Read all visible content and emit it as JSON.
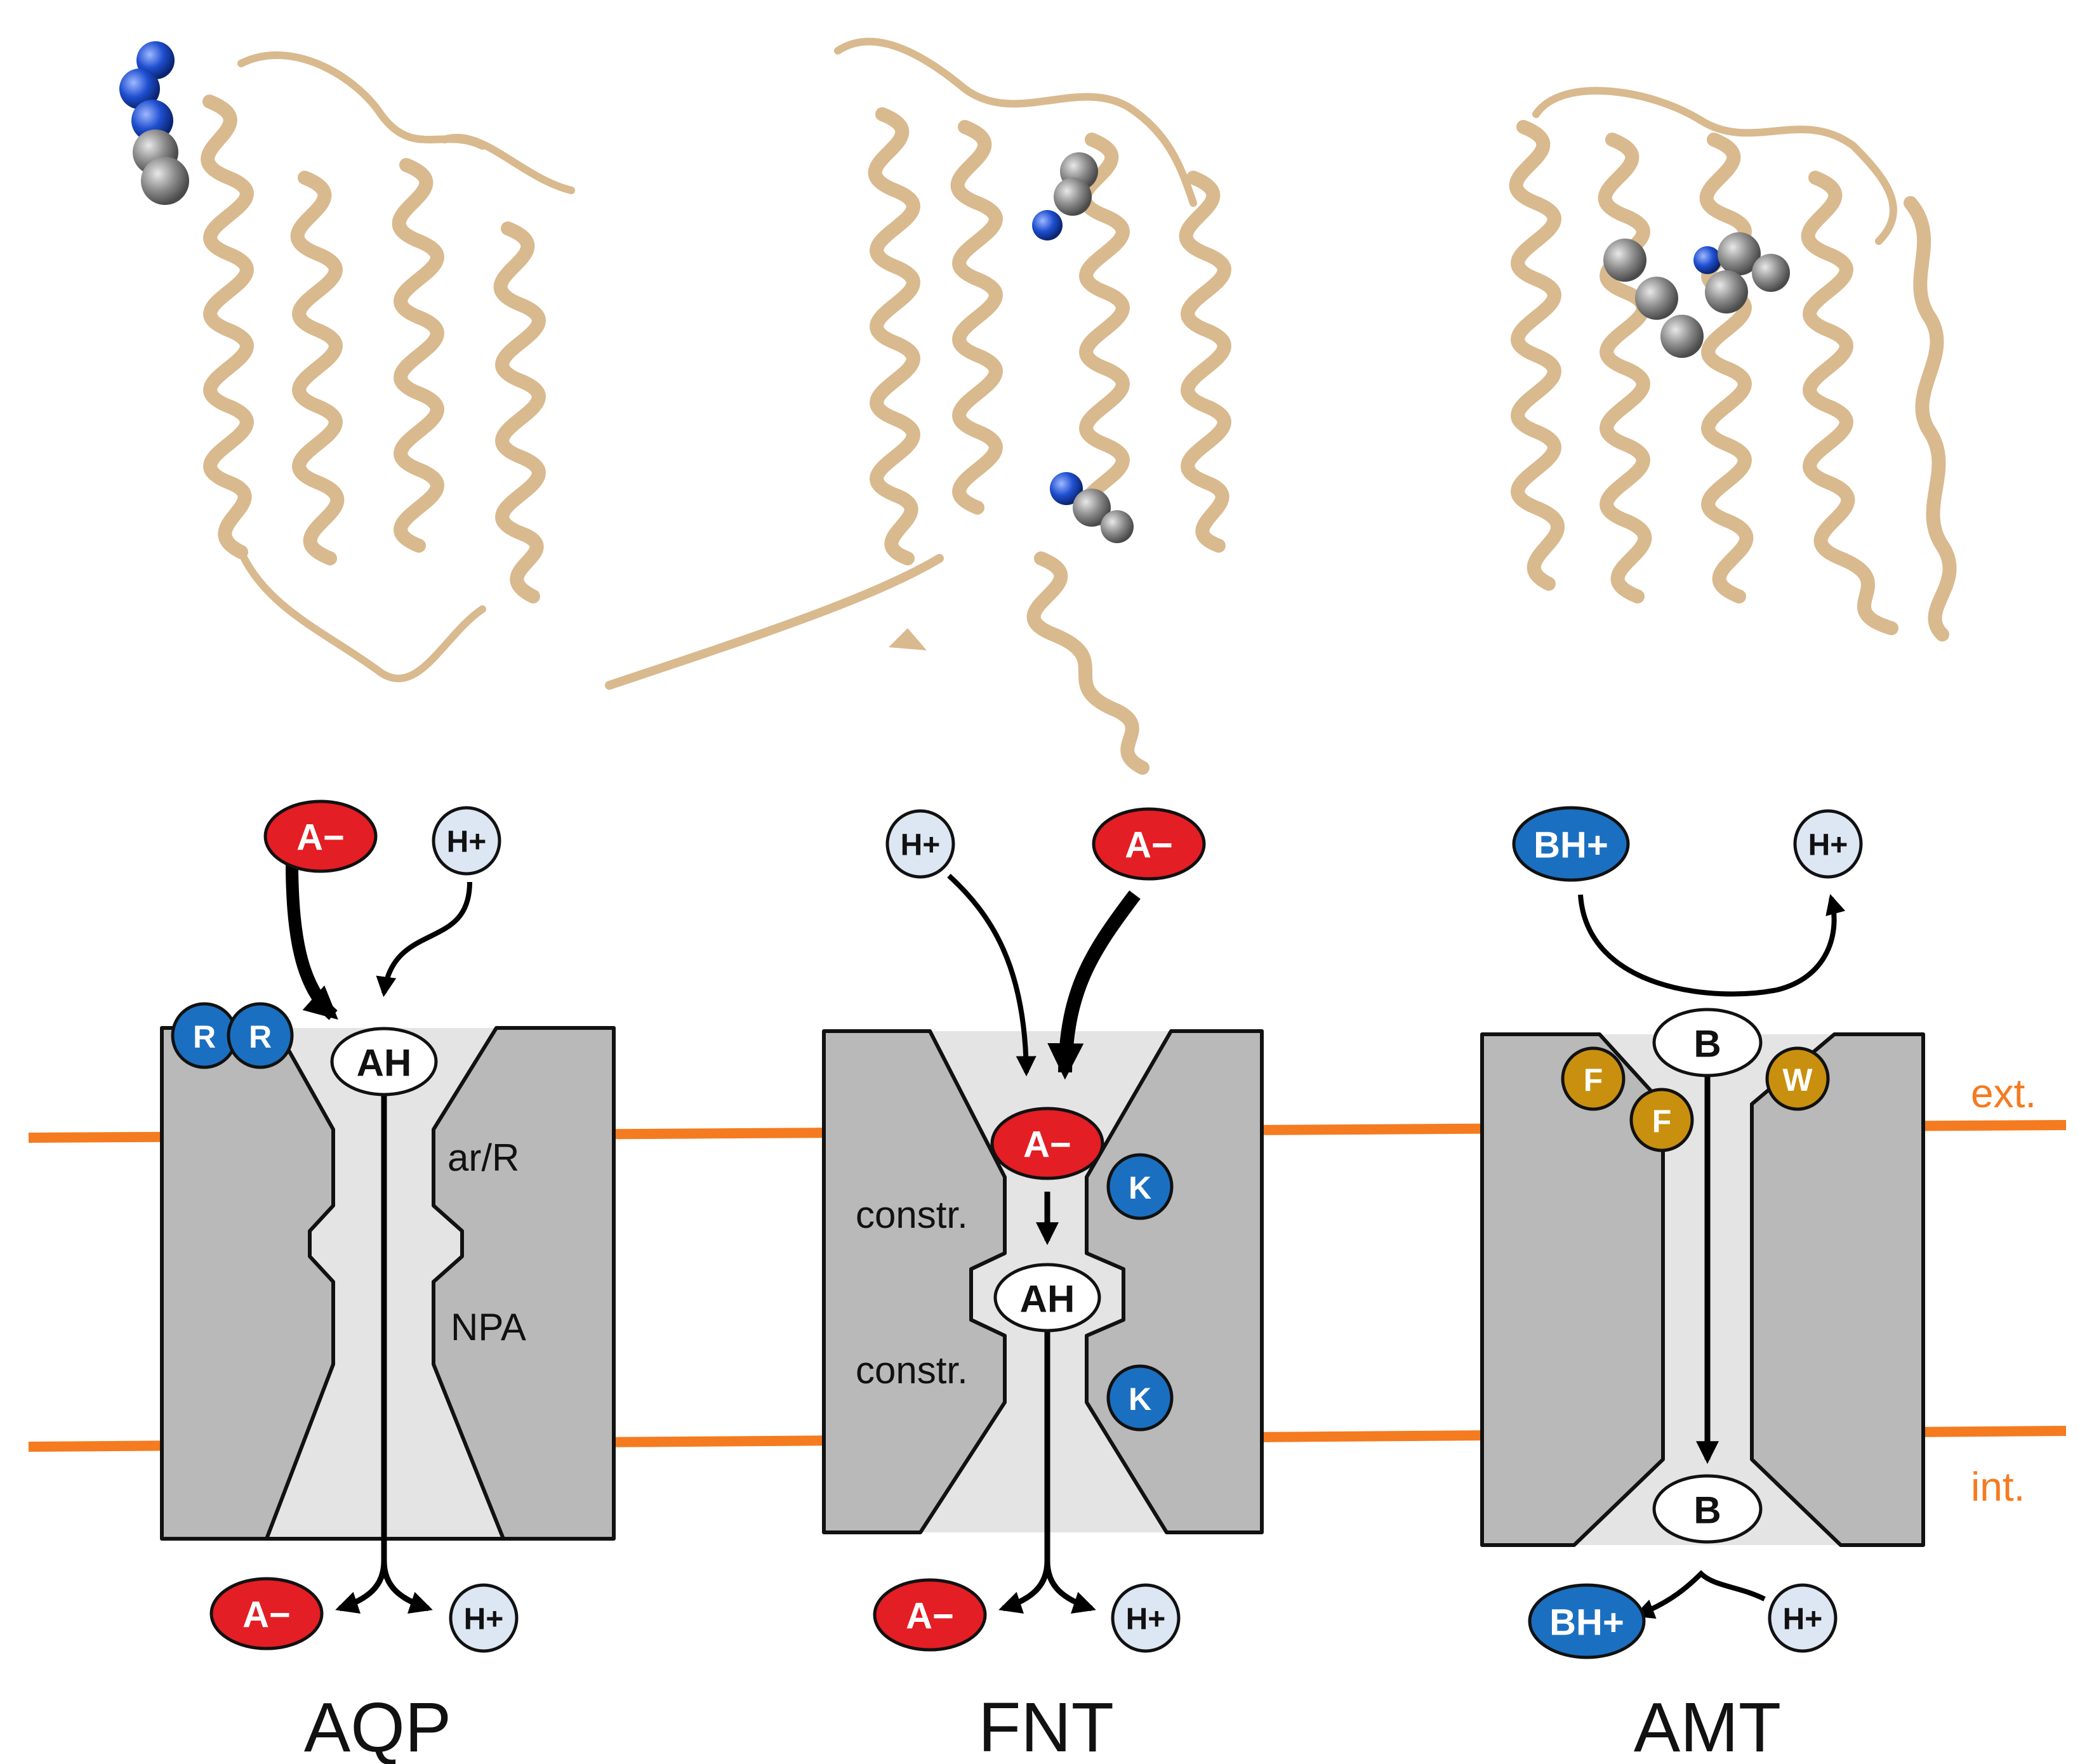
{
  "colors": {
    "protein": "#d9b98e",
    "protein_dark": "#b0895c",
    "nitrogen": "#1f4fd0",
    "carbon": "#8c8c8c",
    "channel_body": "#b9b9b9",
    "channel_lumen": "#e4e4e4",
    "membrane": "#f47b20",
    "anion": "#e31e24",
    "proton": "#dde6f3",
    "basic_residue": "#1b6fc0",
    "aromatic_residue": "#c8900e",
    "base_cation": "#1b6fc0"
  },
  "structures": [
    {
      "name": "AQP-structure",
      "icon": "protein-ribbon-icon"
    },
    {
      "name": "FNT-structure",
      "icon": "protein-ribbon-icon"
    },
    {
      "name": "AMT-structure",
      "icon": "protein-ribbon-icon"
    }
  ],
  "membrane_labels": {
    "ext": "ext.",
    "int": "int."
  },
  "panels": {
    "aqp": {
      "title": "AQP",
      "top_anion": "A−",
      "top_proton": "H+",
      "residue_r1": "R",
      "residue_r2": "R",
      "species": "AH",
      "label_filter": "ar/R",
      "label_npa": "NPA",
      "out_anion": "A−",
      "out_proton": "H+"
    },
    "fnt": {
      "title": "FNT",
      "top_proton": "H+",
      "top_anion": "A−",
      "inner_anion": "A−",
      "species": "AH",
      "residue_k1": "K",
      "residue_k2": "K",
      "label_constr1": "constr.",
      "label_constr2": "constr.",
      "out_anion": "A−",
      "out_proton": "H+"
    },
    "amt": {
      "title": "AMT",
      "top_cation": "BH+",
      "top_proton": "H+",
      "base_top": "B",
      "residue_f1": "F",
      "residue_f2": "F",
      "residue_w": "W",
      "base_bottom": "B",
      "out_cation": "BH+",
      "out_proton": "H+"
    }
  }
}
